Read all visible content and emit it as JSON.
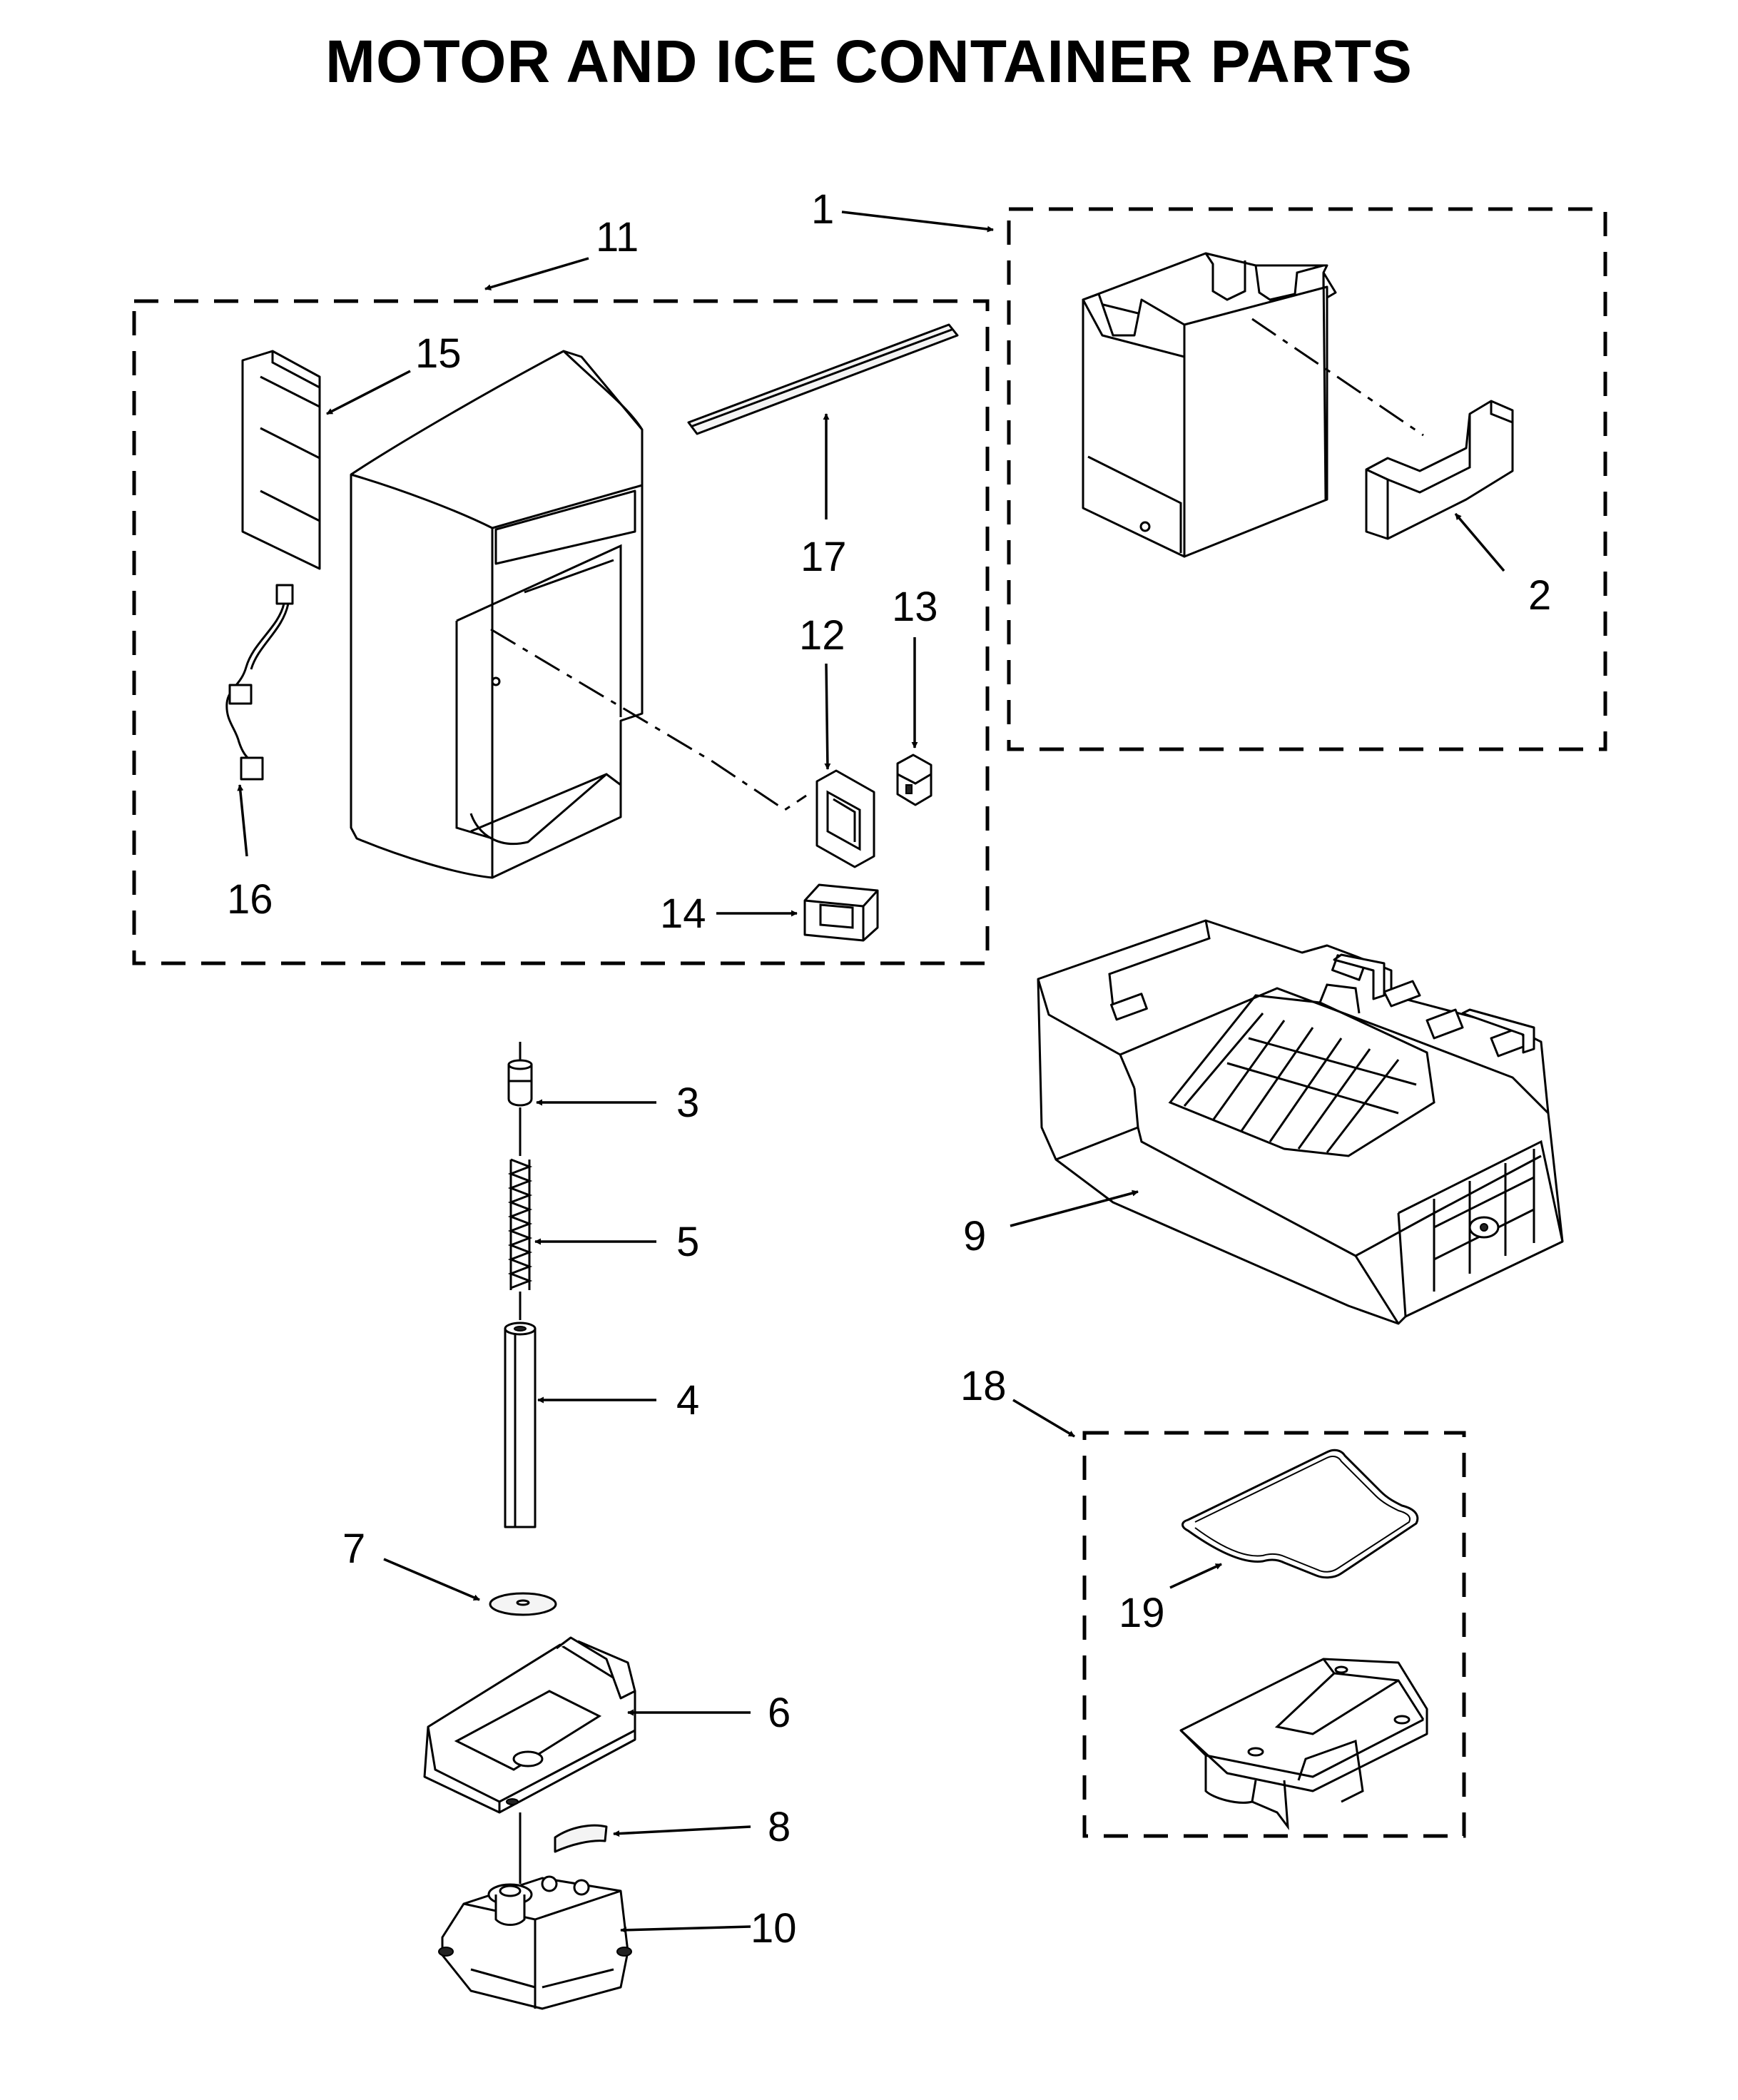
{
  "title": "MOTOR AND ICE CONTAINER PARTS",
  "callouts": {
    "c1": "1",
    "c2": "2",
    "c3": "3",
    "c4": "4",
    "c5": "5",
    "c6": "6",
    "c7": "7",
    "c8": "8",
    "c9": "9",
    "c10": "10",
    "c11": "11",
    "c12": "12",
    "c13": "13",
    "c14": "14",
    "c15": "15",
    "c16": "16",
    "c17": "17",
    "c18": "18",
    "c19": "19"
  }
}
